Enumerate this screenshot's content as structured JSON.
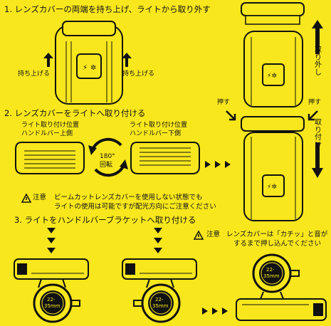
{
  "steps": {
    "step1": "1. レンズカバーの両端を持ち上げ、ライトから取り外す",
    "step2": "2. レンズカバーをライトへ取り付ける",
    "step3": "3. ライトをハンドルバーブラケットへ取り付ける"
  },
  "labels": {
    "lift_left": "持ち上げる",
    "lift_right": "持ち上げる",
    "remove_vertical": "取り外し",
    "attach_vertical": "取り付け",
    "push_left": "押す",
    "push_right": "押す",
    "upper_pos_line1": "ライト取り付け位置",
    "upper_pos_line2": "ハンドルバー上側",
    "lower_pos_line1": "ライト取り付け位置",
    "lower_pos_line2": "ハンドルバー下側",
    "rotate_deg": "180°",
    "rotate_word": "回転",
    "size_a1": "22-",
    "size_a2": "35mm",
    "size_b1": "22-",
    "size_b2": "35mm",
    "size_c1": "22-",
    "size_c2": "35mm"
  },
  "notes": {
    "note1_prefix": "注意",
    "note1_line1": "ビームカットレンズカバーを使用しない状態でも",
    "note1_line2": "ライトの使用は可能ですが配光方向にご注意ください",
    "note2_prefix": "注意",
    "note2_line1": "レンズカバーは「カチッ」と音が",
    "note2_line2": "するまで押し込んでください"
  },
  "colors": {
    "background": "#f8e71c",
    "ink": "#111111"
  }
}
